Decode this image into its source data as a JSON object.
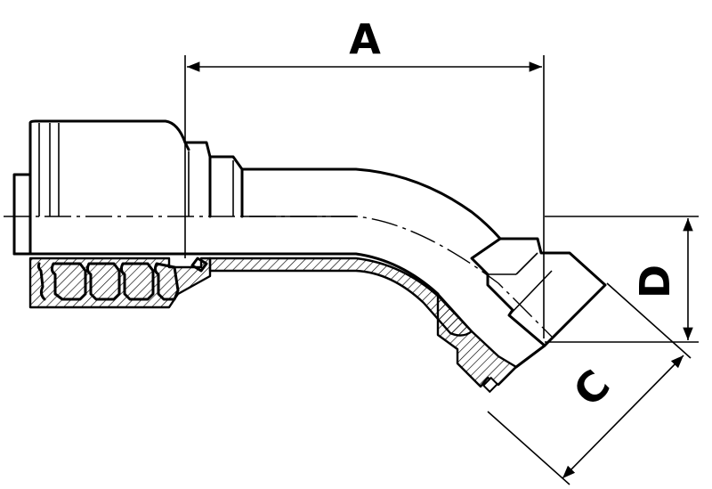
{
  "dimensions": {
    "a": "A",
    "c": "C",
    "d": "D"
  }
}
